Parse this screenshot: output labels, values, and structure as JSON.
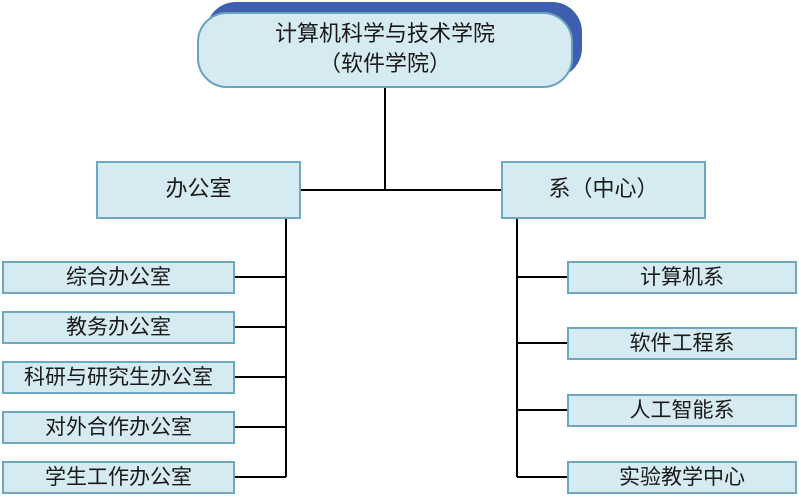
{
  "root": {
    "line1": "计算机科学与技术学院",
    "line2": "（软件学院）"
  },
  "branches": {
    "left": {
      "label": "办公室",
      "children": [
        "综合办公室",
        "教务办公室",
        "科研与研究生办公室",
        "对外合作办公室",
        "学生工作办公室"
      ]
    },
    "right": {
      "label": "系（中心）",
      "children": [
        "计算机系",
        "软件工程系",
        "人工智能系",
        "实验教学中心"
      ]
    }
  },
  "colors": {
    "box_fill": "#d6eaf1",
    "box_border": "#6ea8c0",
    "root_shadow": "#3e5fb0",
    "connector": "#000000"
  }
}
